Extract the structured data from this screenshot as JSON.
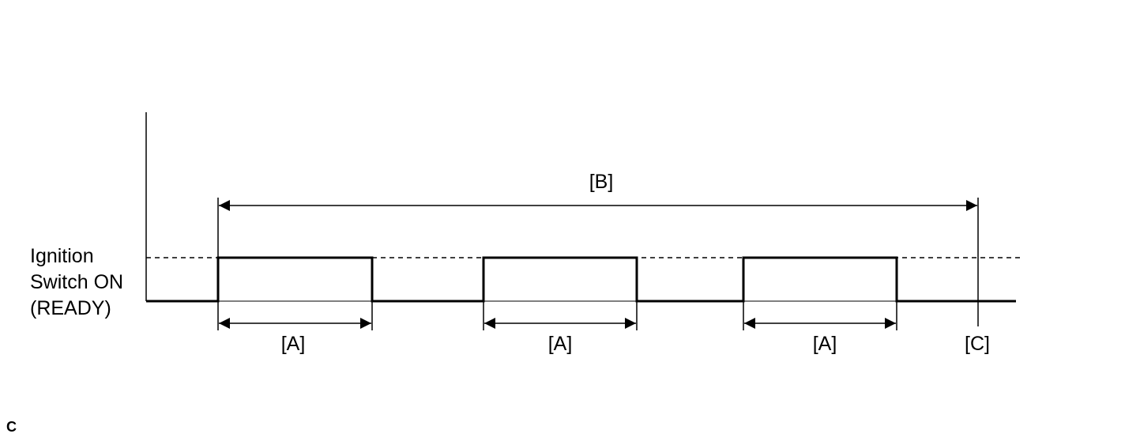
{
  "signal_label": {
    "line1": "Ignition",
    "line2": "Switch ON",
    "line3": "(READY)"
  },
  "labels": {
    "on_period": "[A]",
    "total_period": "[B]",
    "end_point": "[C]"
  },
  "corner_mark": "C",
  "colors": {
    "line": "#000000",
    "background": "#ffffff"
  }
}
